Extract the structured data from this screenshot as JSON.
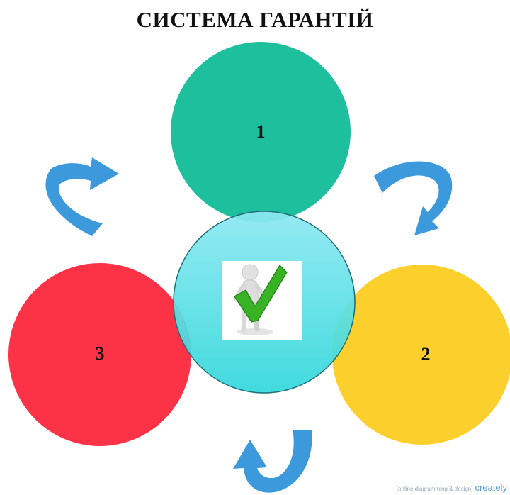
{
  "title": "СИСТЕМА ГАРАНТІЙ",
  "nodes": [
    {
      "label": "1",
      "color": "#1dbf9c"
    },
    {
      "label": "2",
      "color": "#fcd02c"
    },
    {
      "label": "3",
      "color": "#fc3346"
    }
  ],
  "center": {
    "color_top": "#8de8f2",
    "color_bottom": "#33d8db",
    "image": "person-with-green-checkmark"
  },
  "arrows": {
    "color": "#3b99dc"
  },
  "footer": {
    "tagline": "[online diagramming & design]",
    "brand": "creately"
  }
}
